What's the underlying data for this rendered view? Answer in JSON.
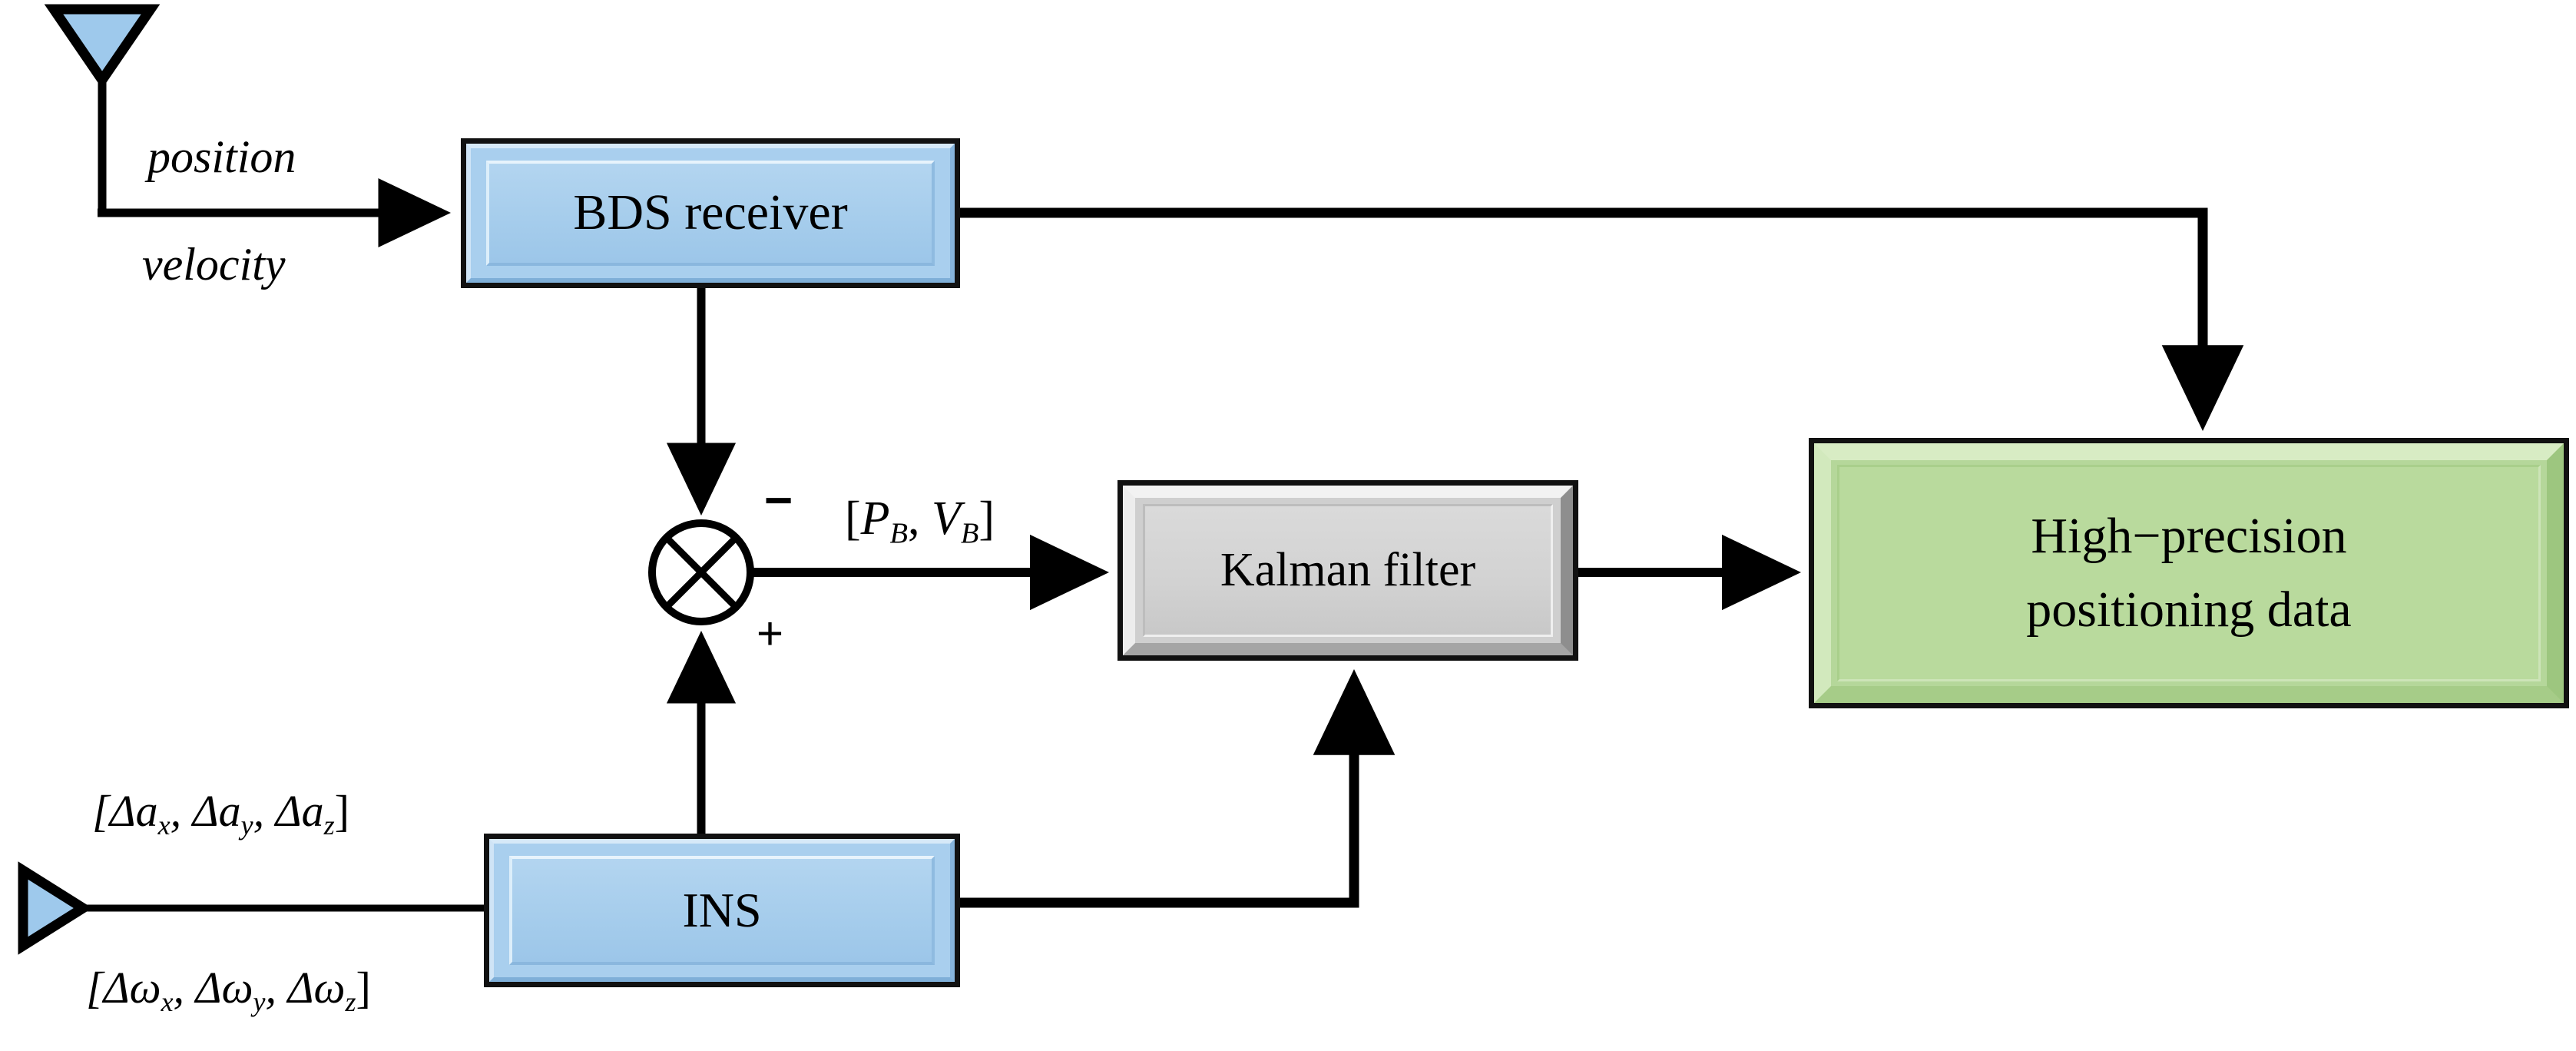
{
  "diagram": {
    "title": "BDS/INS integrated navigation block diagram",
    "background": "#ffffff",
    "line_color": "#000000",
    "colors": {
      "block_blue": "#a9cfee",
      "block_grey": "#cfcfcf",
      "block_green": "#b5d79a",
      "outline": "#111111"
    }
  },
  "blocks": {
    "bds_receiver": {
      "label": "BDS receiver",
      "style": "blue"
    },
    "kalman_filter": {
      "label": "Kalman filter",
      "style": "grey"
    },
    "output": {
      "label": "High−precision\npositioning data",
      "style": "green"
    },
    "ins": {
      "label": "INS",
      "style": "blue"
    }
  },
  "nodes": {
    "summing_junction": {
      "name": "summing-junction",
      "symbol": "cross-circle"
    },
    "antenna": {
      "name": "antenna",
      "symbol": "triangle-down"
    },
    "imu_sensor": {
      "name": "imu-sensor",
      "symbol": "triangle-right"
    }
  },
  "signs": {
    "minus": "−",
    "plus": "+"
  },
  "labels": {
    "position": "position",
    "velocity": "velocity",
    "pv_error_open": "[",
    "pv_error_p": "P",
    "pv_error_p_sub": "B",
    "pv_error_comma": ", ",
    "pv_error_v": "V",
    "pv_error_v_sub": "B",
    "pv_error_close": "]",
    "accel_open": "[Δa",
    "accel_sub_x": "x",
    "accel_mid1": ", Δa",
    "accel_sub_y": "y",
    "accel_mid2": ", Δa",
    "accel_sub_z": "z",
    "accel_close": "]",
    "gyro_open": "[Δω",
    "gyro_sub_x": "x",
    "gyro_mid1": ", Δω",
    "gyro_sub_y": "y",
    "gyro_mid2": ", Δω",
    "gyro_sub_z": "z",
    "gyro_close": "]"
  }
}
